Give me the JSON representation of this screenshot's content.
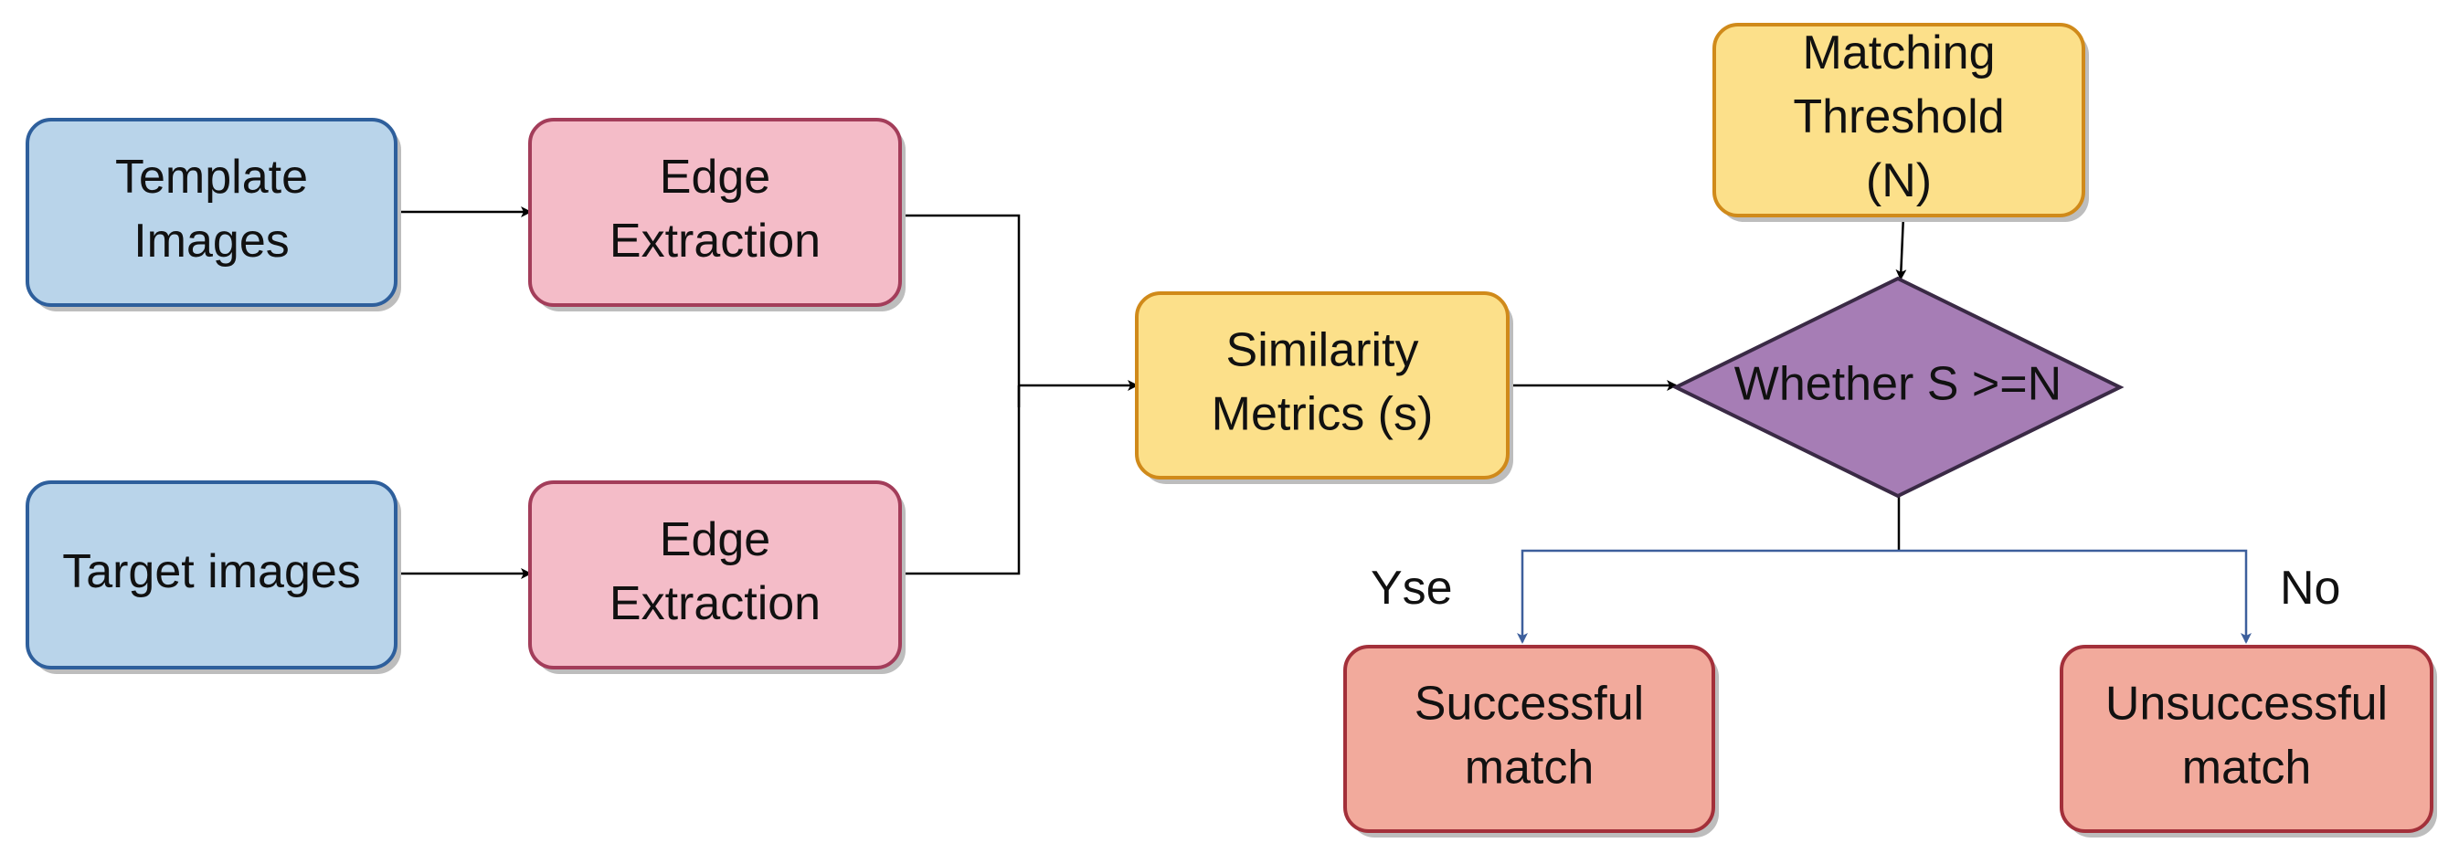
{
  "nodes": {
    "template_images": {
      "lines": [
        "Template",
        "Images"
      ],
      "fill": "#b9d4ea",
      "stroke": "#2e5f9c"
    },
    "target_images": {
      "lines": [
        "Target images"
      ],
      "fill": "#b9d4ea",
      "stroke": "#2e5f9c"
    },
    "edge_extraction_top": {
      "lines": [
        "Edge",
        "Extraction"
      ],
      "fill": "#f4bcc8",
      "stroke": "#a33d5a"
    },
    "edge_extraction_bottom": {
      "lines": [
        "Edge",
        "Extraction"
      ],
      "fill": "#f4bcc8",
      "stroke": "#a33d5a"
    },
    "similarity_metrics": {
      "lines": [
        "Similarity",
        "Metrics (s)"
      ],
      "fill": "#fce08a",
      "stroke": "#d08a1a"
    },
    "matching_threshold": {
      "lines": [
        "Matching",
        "Threshold",
        "(N)"
      ],
      "fill": "#fce08a",
      "stroke": "#d08a1a"
    },
    "decision": {
      "lines": [
        "Whether S >=N"
      ],
      "fill": "#a67db5",
      "stroke": "#3a2a45"
    },
    "successful_match": {
      "lines": [
        "Successful",
        "match"
      ],
      "fill": "#f2aa9c",
      "stroke": "#a3303a"
    },
    "unsuccessful_match": {
      "lines": [
        "Unsuccessful",
        "match"
      ],
      "fill": "#f2aa9c",
      "stroke": "#a3303a"
    }
  },
  "edge_labels": {
    "yes": "Yse",
    "no": "No"
  },
  "colors": {
    "arrow_black": "#000000",
    "arrow_blue": "#3d5f9c",
    "shadow": "#bdbdbd"
  }
}
